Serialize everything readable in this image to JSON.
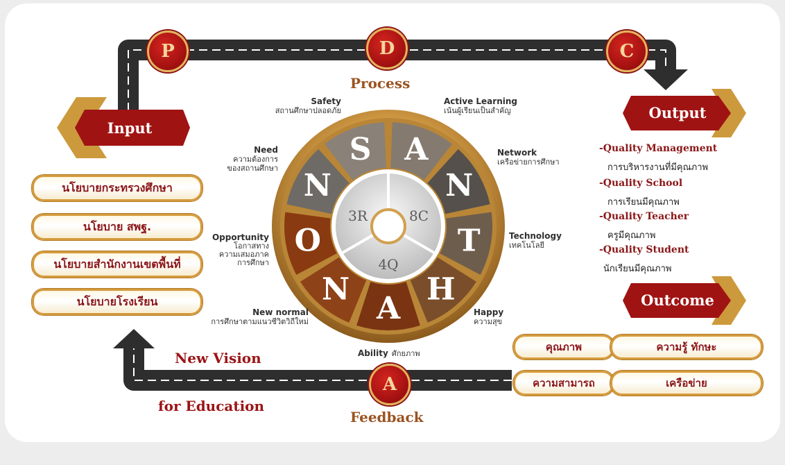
{
  "pdca": {
    "p": "P",
    "d": "D",
    "c": "C",
    "a": "A"
  },
  "process_title": "Process",
  "feedback_title": "Feedback",
  "new_vision": "New Vision",
  "for_education": "for Education",
  "input_tag": "Input",
  "output_tag": "Output",
  "outcome_tag": "Outcome",
  "input_policies": [
    "นโยบายกระทรวงศึกษา",
    "นโยบาย สพฐ.",
    "นโยบายสำนักงานเขตพื้นที่",
    "นโยบายโรงเรียน"
  ],
  "wheel": {
    "letters": [
      "S",
      "A",
      "N",
      "T",
      "H",
      "A",
      "N",
      "O",
      "N"
    ],
    "inner": [
      "3R",
      "8C",
      "4Q"
    ]
  },
  "labels": {
    "safety": {
      "en": "Safety",
      "th": "สถานศึกษาปลอดภัย"
    },
    "active": {
      "en": "Active Learning",
      "th": "เน้นผู้เรียนเป็นสำคัญ"
    },
    "network": {
      "en": "Network",
      "th": "เครือข่ายการศึกษา"
    },
    "technology": {
      "en": "Technology",
      "th": "เทคโนโลยี"
    },
    "happy": {
      "en": "Happy",
      "th": "ความสุข"
    },
    "ability": {
      "en": "Ability",
      "th": "ศักยภาพ"
    },
    "newnormal": {
      "en": "New normal",
      "th": "การศึกษาตามแนวชีวิตวิถีใหม่"
    },
    "opportunity": {
      "en": "Opportunity",
      "th1": "โอกาสทาง",
      "th2": "ความเสมอภาค",
      "th3": "การศึกษา"
    },
    "need": {
      "en": "Need",
      "th1": "ความต้องการ",
      "th2": "ของสถานศึกษา"
    }
  },
  "outputs": [
    {
      "head": "-Quality Management",
      "sub": "การบริหารงานที่มีคุณภาพ"
    },
    {
      "head": "-Quality School",
      "sub": "การเรียนมีคุณภาพ"
    },
    {
      "head": "-Quality Teacher",
      "sub": "ครูมีคุณภาพ"
    },
    {
      "head": "-Quality Student",
      "sub": "นักเรียนมีคุณภาพ"
    }
  ],
  "outcomes": [
    "คุณภาพ",
    "ความรู้ ทักษะ",
    "ความสามารถ",
    "เครือข่าย"
  ],
  "colors": {
    "red": "#a01313",
    "gold": "#d49b3e",
    "brown": "#9b5320",
    "road": "#2e2e2e"
  }
}
